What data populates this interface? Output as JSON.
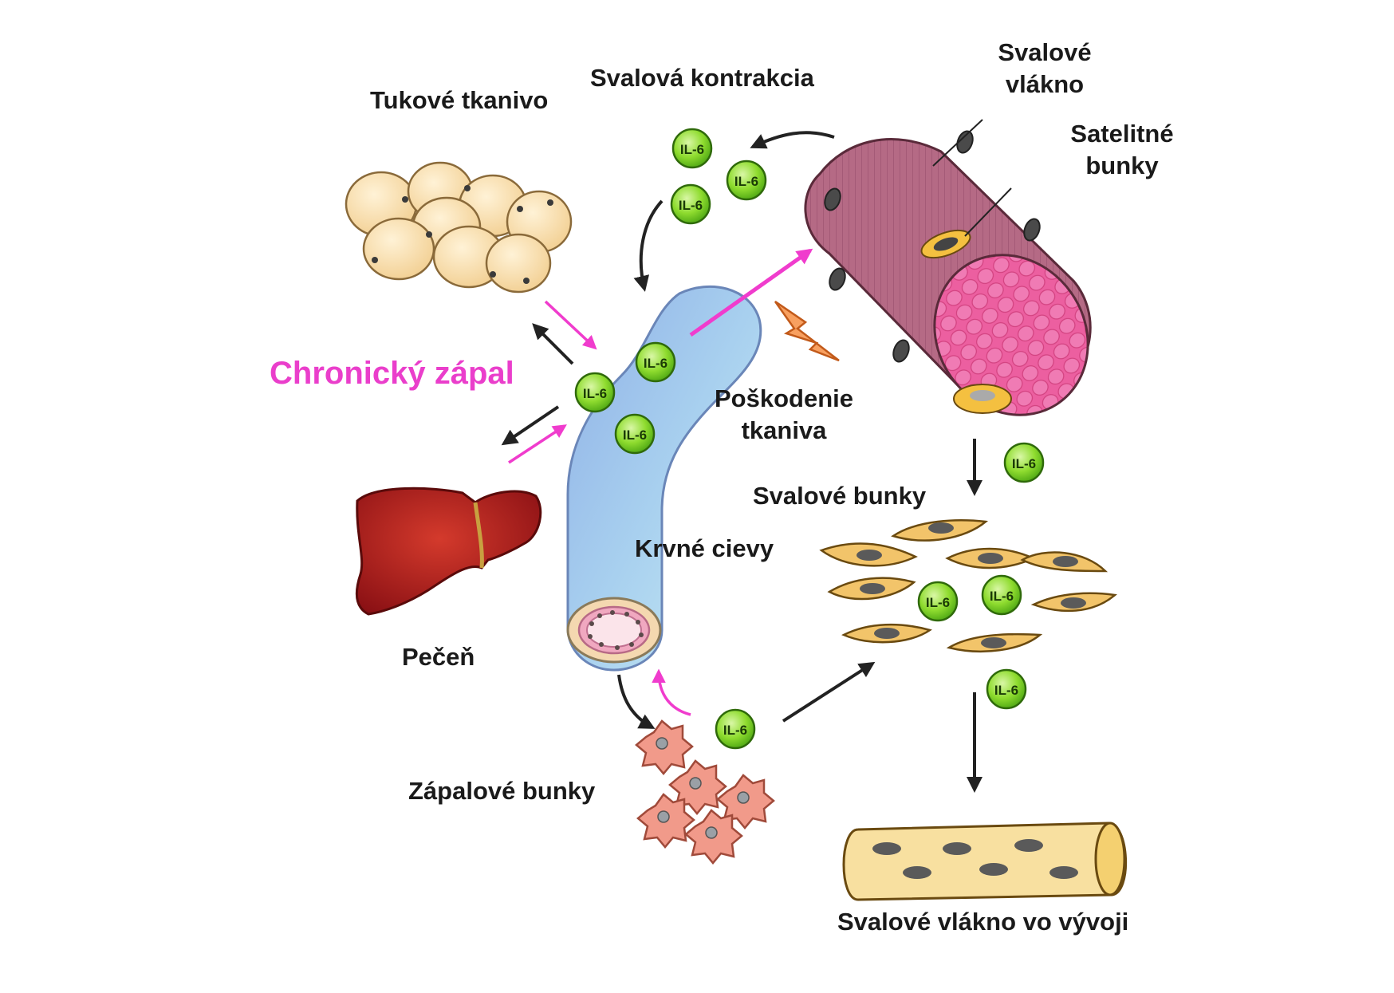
{
  "labels": {
    "adipose": "Tukové tkanivo",
    "contraction": "Svalová kontrakcia",
    "muscle_fiber_line1": "Svalové",
    "muscle_fiber_line2": "vlákno",
    "satellite_line1": "Satelitné",
    "satellite_line2": "bunky",
    "chronic_inflammation": "Chronický zápal",
    "damage_line1": "Poškodenie",
    "damage_line2": "tkaniva",
    "muscle_cells": "Svalové bunky",
    "blood_vessels": "Krvné cievy",
    "liver": "Pečeň",
    "inflammatory_cells": "Zápalové bunky",
    "developing_fiber": "Svalové vlákno vo vývoji"
  },
  "il6_label": "IL-6",
  "colors": {
    "il6_fill": "#7ed321",
    "pink_arrow": "#f03ccd",
    "accent_text": "#ea3ecb",
    "muscle": "#b56a85",
    "muscle_cross_section": "#ec5fa0",
    "vessel": "#9fc0e8",
    "liver": "#a8191e",
    "fat_cell": "#f8dca8",
    "muscle_cell": "#f2c46a",
    "inflammatory_cell": "#f19a8a"
  }
}
